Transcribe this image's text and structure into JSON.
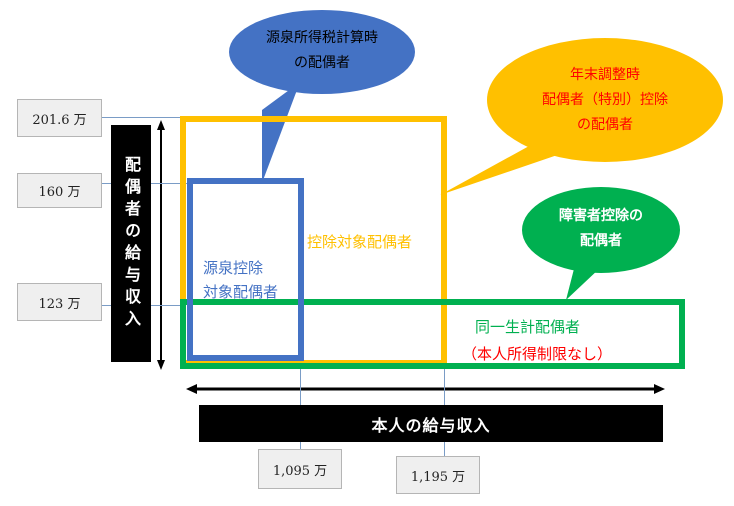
{
  "y_axis": {
    "label": "配偶者の給与収入",
    "ticks": [
      "201.6 万",
      "160 万",
      "123 万"
    ]
  },
  "x_axis": {
    "label": "本人の給与収入",
    "ticks": [
      "1,095 万",
      "1,195 万"
    ]
  },
  "regions": {
    "withholding": {
      "label_line1": "源泉控除",
      "label_line2": "対象配偶者",
      "color": "#4472c4"
    },
    "deduction": {
      "label": "控除対象配偶者",
      "color": "#ffc000"
    },
    "same_household": {
      "label": "同一生計配偶者",
      "note": "（本人所得制限なし）",
      "color": "#00b050",
      "note_color": "#ff0000"
    }
  },
  "callouts": {
    "withholding_calc": {
      "line1": "源泉所得税計算時",
      "line2": "の配偶者",
      "fill": "#4472c4",
      "text_color": "#000000"
    },
    "year_end": {
      "line1": "年末調整時",
      "line2": "配偶者（特別）控除",
      "line3": "の配偶者",
      "fill": "#ffc000",
      "text_color": "#ff0000"
    },
    "disability": {
      "line1": "障害者控除の",
      "line2": "配偶者",
      "fill": "#00b050",
      "text_color": "#ffffff"
    }
  }
}
